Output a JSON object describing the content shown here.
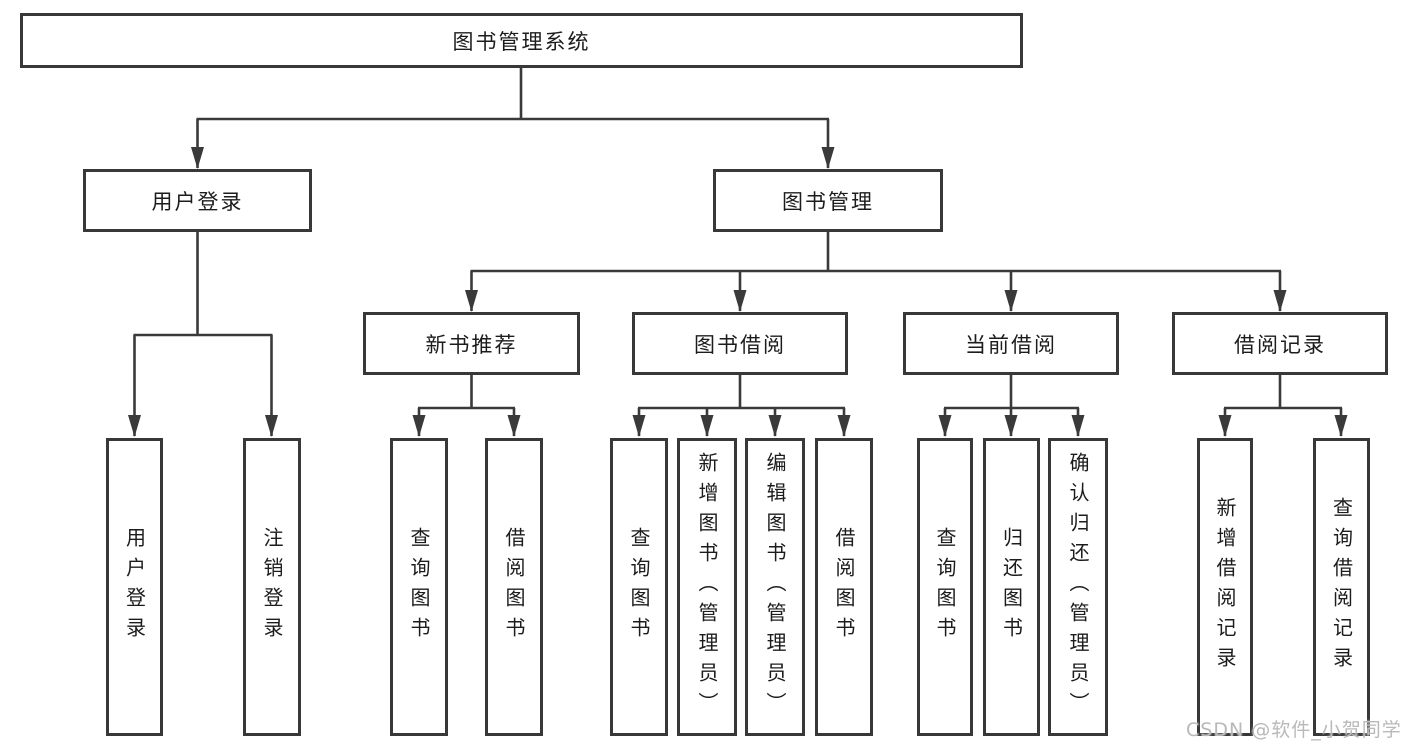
{
  "tree": {
    "root": {
      "label": "图书管理系统"
    },
    "branches": [
      {
        "label": "用户登录",
        "children": [
          {
            "label": "用户登录"
          },
          {
            "label": "注销登录"
          }
        ]
      },
      {
        "label": "图书管理",
        "sections": [
          {
            "label": "新书推荐",
            "children": [
              {
                "label": "查询图书"
              },
              {
                "label": "借阅图书"
              }
            ]
          },
          {
            "label": "图书借阅",
            "children": [
              {
                "label": "查询图书"
              },
              {
                "label": "新增图书（管理员）"
              },
              {
                "label": "编辑图书（管理员）"
              },
              {
                "label": "借阅图书"
              }
            ]
          },
          {
            "label": "当前借阅",
            "children": [
              {
                "label": "查询图书"
              },
              {
                "label": "归还图书"
              },
              {
                "label": "确认归还（管理员）"
              }
            ]
          },
          {
            "label": "借阅记录",
            "children": [
              {
                "label": "新增借阅记录"
              },
              {
                "label": "查询借阅记录"
              }
            ]
          }
        ]
      }
    ]
  },
  "watermark": {
    "text": "CSDN @软件_小贺同学"
  },
  "colors": {
    "line": "#3a3a3a",
    "box_border": "#383838",
    "text": "#1c1c1c",
    "watermark": "#b9b9b9",
    "background": "#ffffff"
  }
}
